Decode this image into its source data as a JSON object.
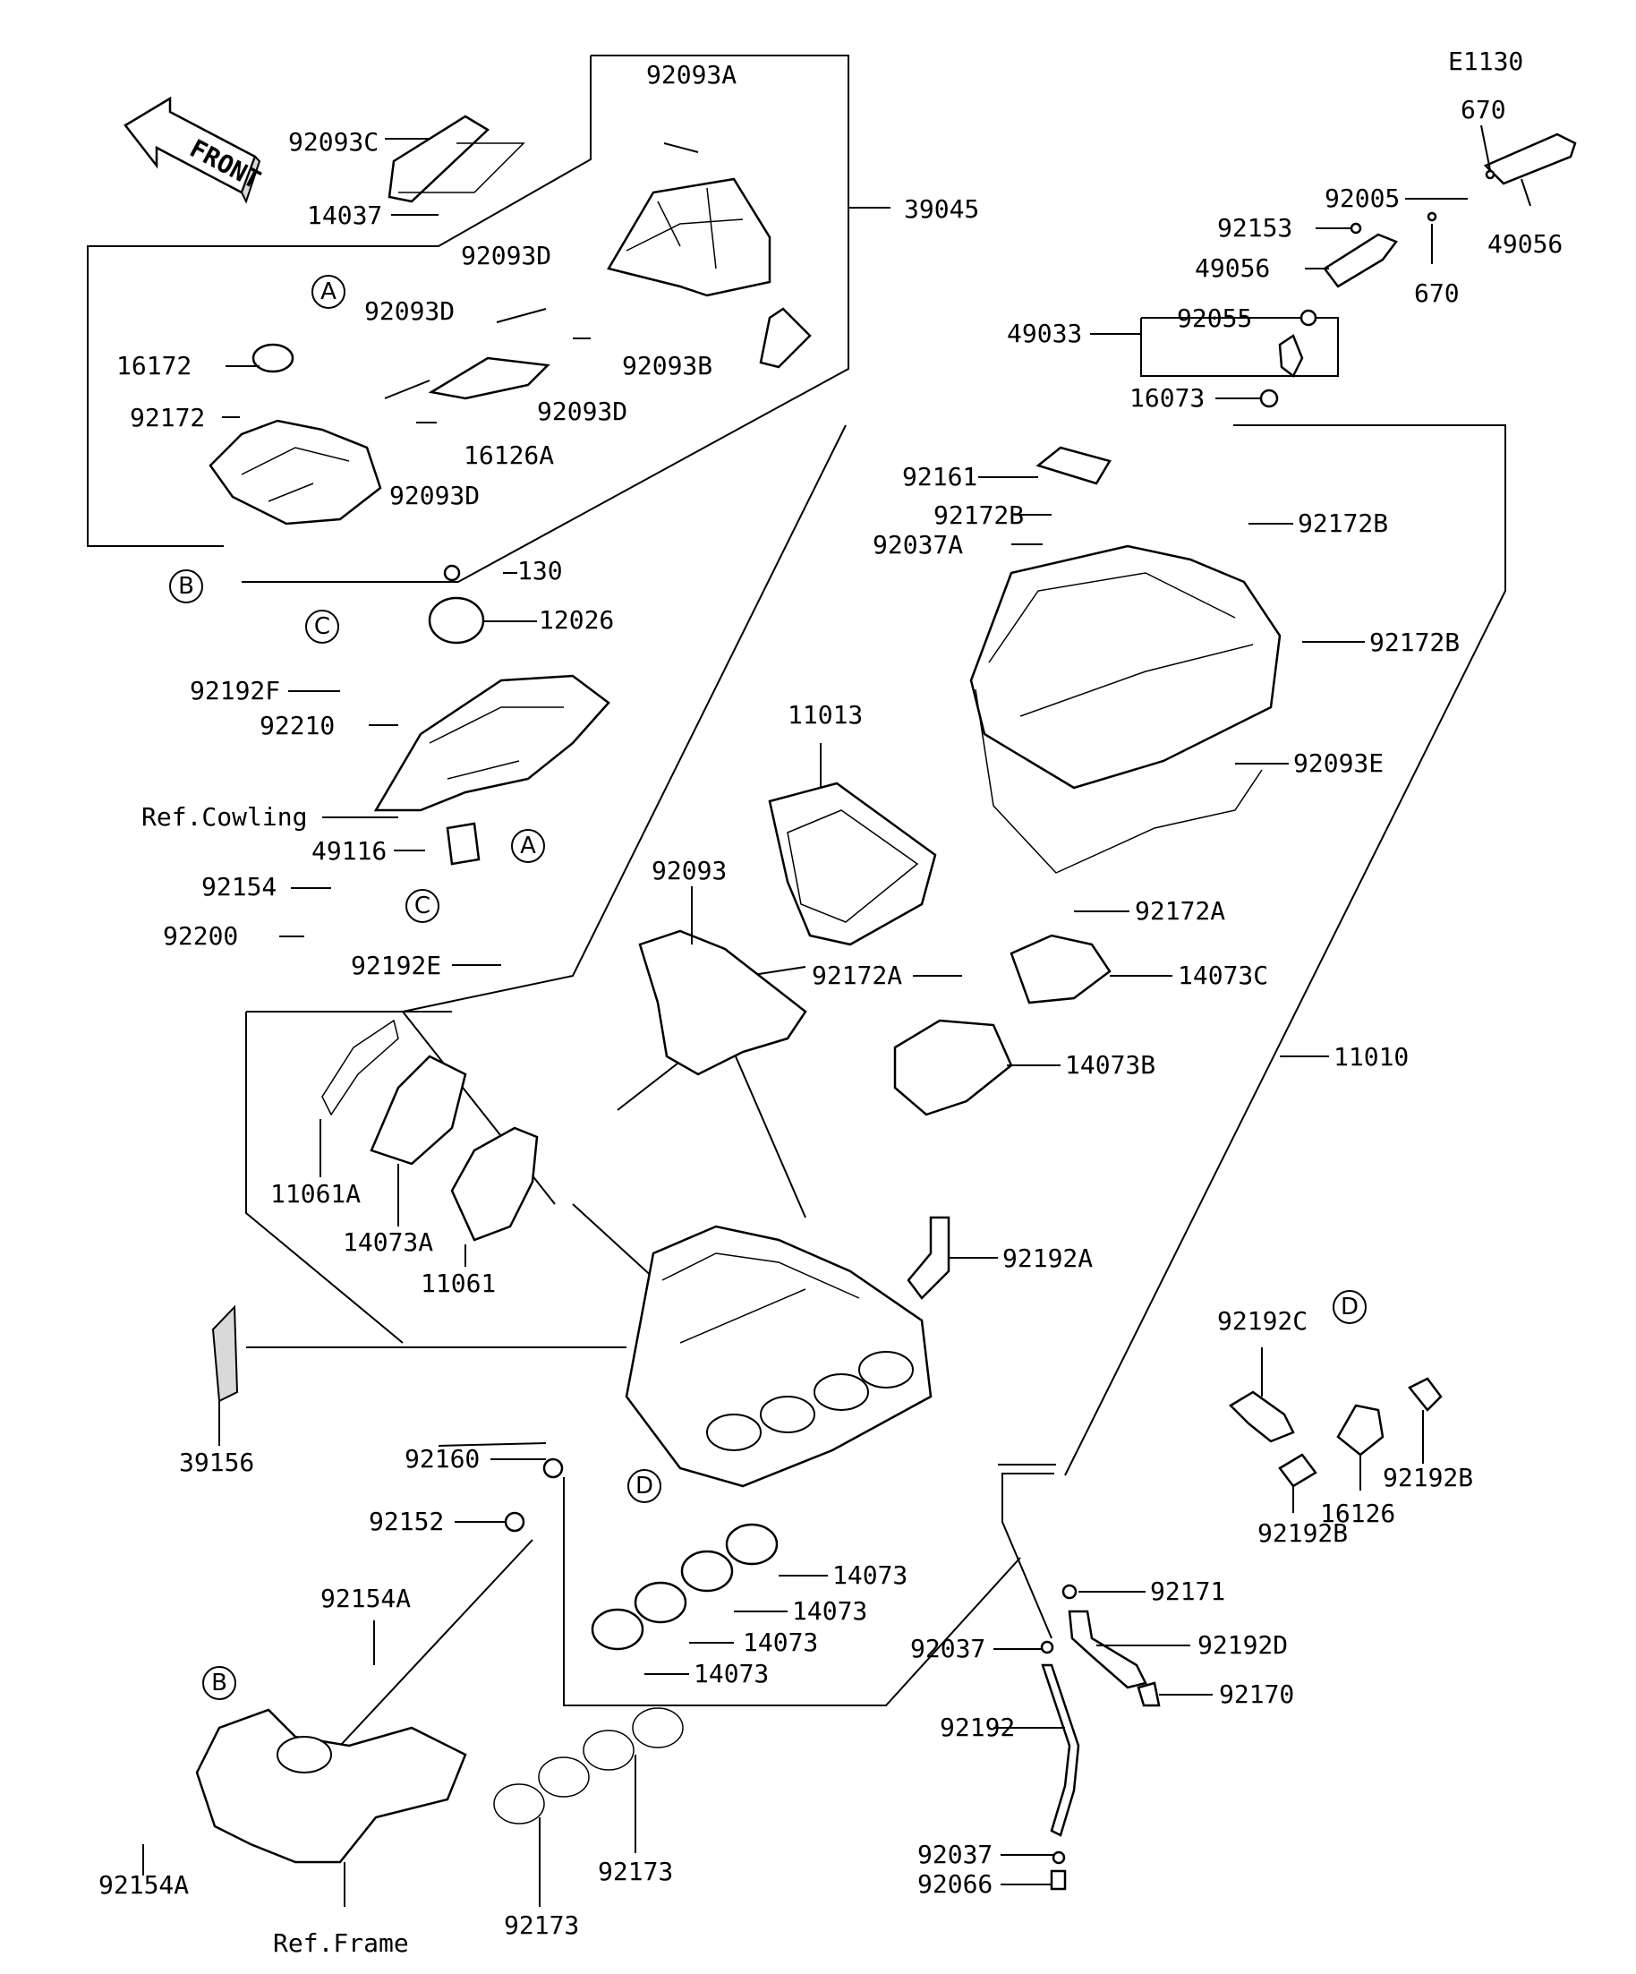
{
  "diagram_code": "E1130",
  "front_arrow_text": "FRONT",
  "callouts": [
    "A",
    "B",
    "C",
    "D"
  ],
  "part_labels": [
    "92093A",
    "92093C",
    "14037",
    "39045",
    "92093D",
    "92093B",
    "16172",
    "92172",
    "16126A",
    "130",
    "12026",
    "92192F",
    "92210",
    "Ref.Cowling",
    "49116",
    "92154",
    "92200",
    "92192E",
    "11013",
    "92093",
    "92161",
    "92172B",
    "92037A",
    "92093E",
    "92172A",
    "14073C",
    "14073B",
    "11010",
    "11061A",
    "14073A",
    "11061",
    "92192A",
    "39156",
    "92160",
    "92152",
    "92154A",
    "Ref.Frame",
    "14073",
    "92173",
    "92192C",
    "16126",
    "92192B",
    "92171",
    "92192D",
    "92037",
    "92170",
    "92192",
    "92066",
    "670",
    "92005",
    "92153",
    "49056",
    "49033",
    "92055",
    "16073"
  ]
}
